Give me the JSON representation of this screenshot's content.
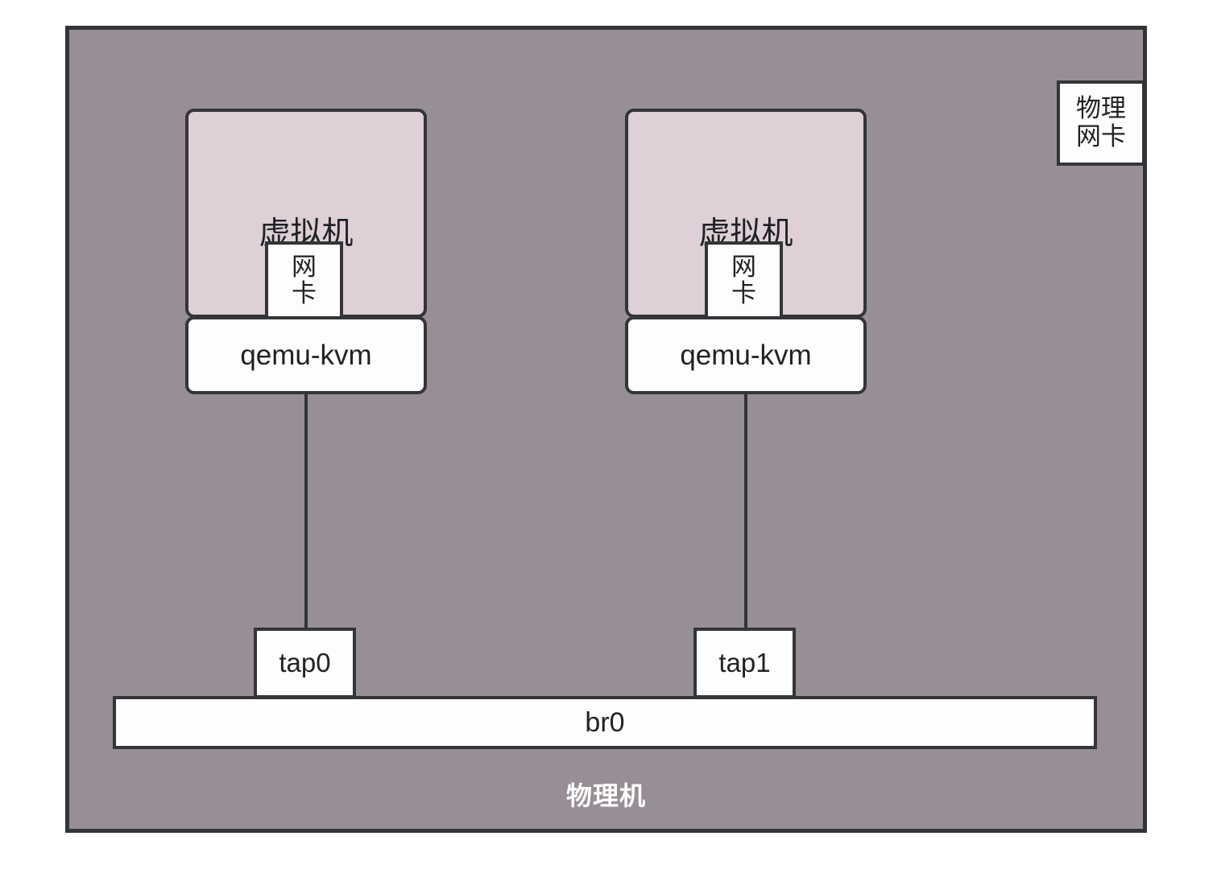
{
  "diagram": {
    "host": {
      "label": "物理机",
      "fill_color": "#988f96",
      "border_color": "#333538"
    },
    "physical_nic": {
      "line1": "物理",
      "line2": "网卡"
    },
    "vms": [
      {
        "title": "虚拟机",
        "nic_line1": "网",
        "nic_line2": "卡",
        "hypervisor": "qemu-kvm",
        "tap": "tap0"
      },
      {
        "title": "虚拟机",
        "nic_line1": "网",
        "nic_line2": "卡",
        "hypervisor": "qemu-kvm",
        "tap": "tap1"
      }
    ],
    "bridge": {
      "label": "br0"
    },
    "colors": {
      "vm_fill": "#ded0d6",
      "box_fill": "#fdfdfd",
      "stroke": "#333538",
      "host_text": "#ffffff"
    }
  }
}
